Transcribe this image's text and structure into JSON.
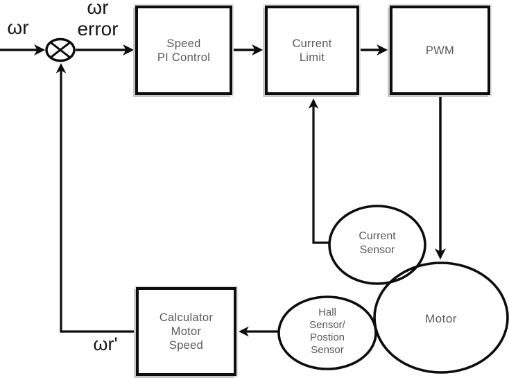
{
  "labels": {
    "input": "ωr",
    "error_line1": "ωr",
    "error_line2": "error",
    "feedback": "ωr'"
  },
  "blocks": {
    "speed_pi": {
      "line1": "Speed",
      "line2": "PI Control"
    },
    "current_limit": {
      "line1": "Current",
      "line2": "Limit"
    },
    "pwm": {
      "line1": "PWM"
    },
    "calculator": {
      "line1": "Calculator",
      "line2": "Motor",
      "line3": "Speed"
    }
  },
  "sensors": {
    "current": {
      "line1": "Current",
      "line2": "Sensor"
    },
    "hall": {
      "line1": "Hall",
      "line2": "Sensor/",
      "line3": "Postion",
      "line4": "Sensor"
    },
    "motor": {
      "line1": "Motor"
    }
  },
  "colors": {
    "line": "#0d0d0d",
    "box_text": "#595959",
    "label_text": "#161616",
    "shadow": "#c8c8c8",
    "background": "#ffffff"
  }
}
